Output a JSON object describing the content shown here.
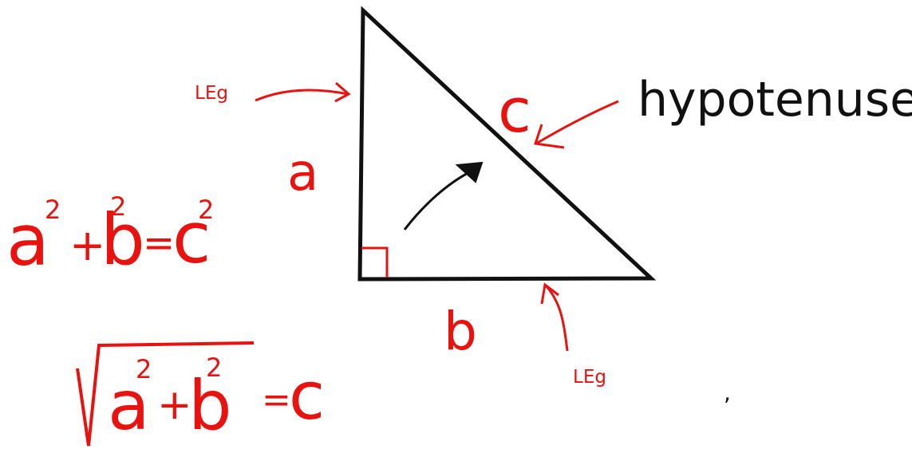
{
  "labels": {
    "leg_top": "LEg",
    "leg_bottom": "LEg",
    "hypotenuse": "hypotenuse",
    "side_a": "a",
    "side_b": "b",
    "side_c": "c",
    "equation_left": "a",
    "equation_plus": "+",
    "equation_mid": "b",
    "equation_equals": "=",
    "equation_right": "c",
    "equation_exp_a": "2",
    "equation_exp_b": "2",
    "equation_exp_c": "2",
    "root_a": "a",
    "root_plus": "+",
    "root_b": "b",
    "root_exp_a": "2",
    "root_exp_b": "2",
    "root_equals": "=",
    "root_result": "c",
    "stray_mark": ","
  },
  "colors": {
    "red": "#e8120f",
    "black": "#111111"
  }
}
